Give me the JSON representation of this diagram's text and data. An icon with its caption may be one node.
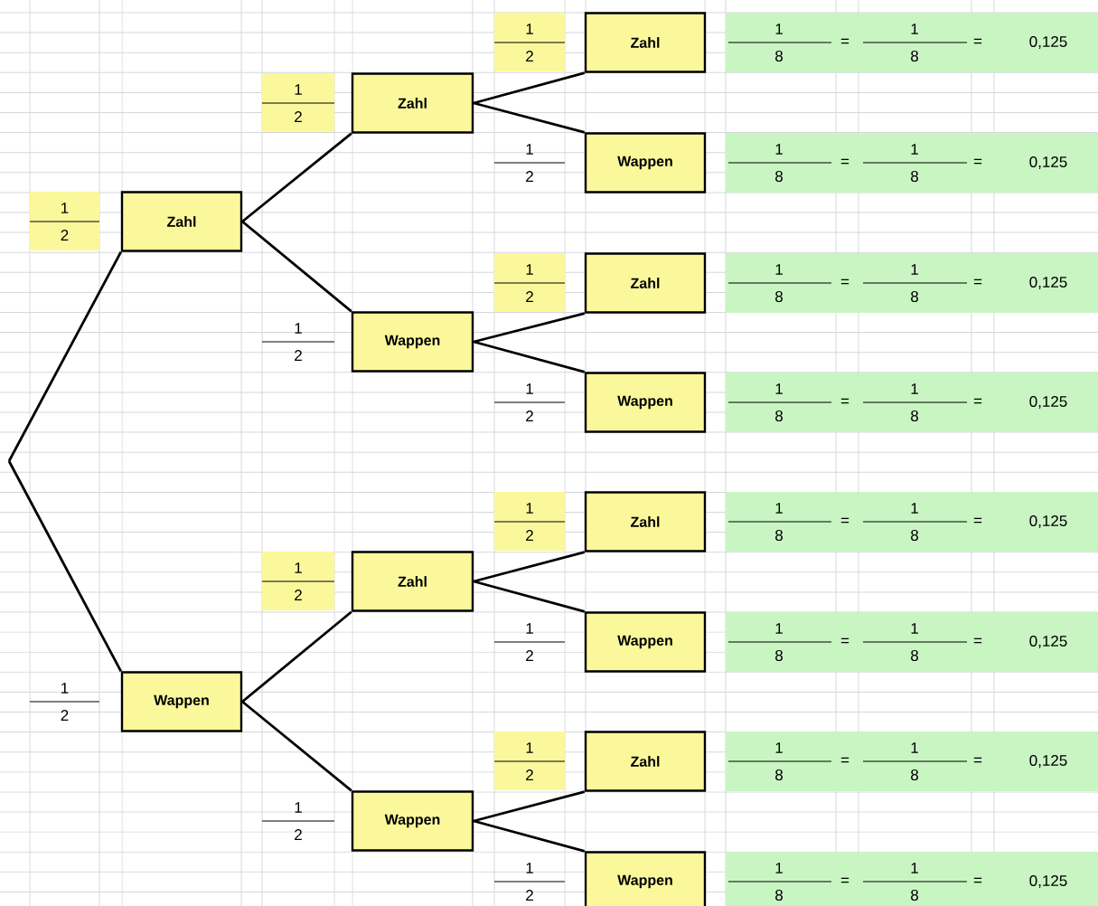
{
  "diagram": {
    "nodes": [
      {
        "text": [
          "Zahl"
        ],
        "beside": [
          "1",
          "2"
        ]
      },
      {
        "text": [
          "Wappen"
        ],
        "beside": [
          "1",
          "2"
        ]
      },
      {
        "text": [
          "Zahl"
        ],
        "beside": [
          "1",
          "2"
        ]
      },
      {
        "text": [
          "Wappen"
        ],
        "beside": [
          "1",
          "2"
        ]
      },
      {
        "text": [
          "Zahl"
        ],
        "beside": [
          "1",
          "2"
        ]
      },
      {
        "text": [
          "Wappen"
        ],
        "beside": [
          "1",
          "2"
        ]
      },
      {
        "text": [
          "Zahl"
        ],
        "beside": [
          "1",
          "2"
        ]
      },
      {
        "text": [
          "Wappen"
        ],
        "beside": [
          "1",
          "2"
        ]
      },
      {
        "text": [
          "Zahl"
        ],
        "beside": [
          "1",
          "2"
        ]
      },
      {
        "text": [
          "Wappen"
        ],
        "beside": [
          "1",
          "2"
        ]
      },
      {
        "text": [
          "Zahl"
        ],
        "beside": [
          "1",
          "2"
        ]
      },
      {
        "text": [
          "Wappen"
        ],
        "beside": [
          "1",
          "2"
        ]
      },
      {
        "text": [
          "Zahl"
        ],
        "beside": [
          "1",
          "2"
        ]
      },
      {
        "text": [
          "Wappen"
        ],
        "beside": [
          "1",
          "2"
        ]
      },
      {
        "text": [
          "1",
          "8",
          "=",
          "1",
          "8",
          "=",
          "0,125"
        ]
      },
      {
        "text": [
          "1",
          "8",
          "=",
          "1",
          "8",
          "=",
          "0,125"
        ]
      },
      {
        "text": [
          "1",
          "8",
          "=",
          "1",
          "8",
          "=",
          "0,125"
        ]
      },
      {
        "text": [
          "1",
          "8",
          "=",
          "1",
          "8",
          "=",
          "0,125"
        ]
      },
      {
        "text": [
          "1",
          "8",
          "=",
          "1",
          "8",
          "=",
          "0,125"
        ]
      },
      {
        "text": [
          "1",
          "8",
          "=",
          "1",
          "8",
          "=",
          "0,125"
        ]
      },
      {
        "text": [
          "1",
          "8",
          "=",
          "1",
          "8",
          "=",
          "0,125"
        ]
      },
      {
        "text": [
          "1",
          "8",
          "=",
          "1",
          "8",
          "=",
          "0,125"
        ]
      }
    ],
    "edges": [
      {
        "from": null,
        "to": 0,
        "arrow": "none"
      },
      {
        "from": null,
        "to": 1,
        "arrow": "none"
      },
      {
        "from": 0,
        "to": 2,
        "arrow": "none"
      },
      {
        "from": 0,
        "to": 3,
        "arrow": "none"
      },
      {
        "from": 1,
        "to": 4,
        "arrow": "none"
      },
      {
        "from": 1,
        "to": 5,
        "arrow": "none"
      },
      {
        "from": 2,
        "to": 6,
        "arrow": "none"
      },
      {
        "from": 2,
        "to": 7,
        "arrow": "none"
      },
      {
        "from": 3,
        "to": 8,
        "arrow": "none"
      },
      {
        "from": 3,
        "to": 9,
        "arrow": "none"
      },
      {
        "from": 4,
        "to": 10,
        "arrow": "none"
      },
      {
        "from": 4,
        "to": 11,
        "arrow": "none"
      },
      {
        "from": 5,
        "to": 12,
        "arrow": "none"
      },
      {
        "from": 5,
        "to": 13,
        "arrow": "none"
      }
    ]
  }
}
